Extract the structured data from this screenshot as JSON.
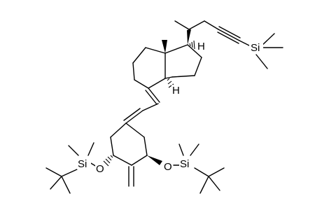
{
  "molecule": {
    "atoms": {
      "si_top": "Si",
      "si_left": "Si",
      "si_right": "Si",
      "o_left": "O",
      "o_right": "O",
      "h_c17": "H",
      "h_c14": "H"
    }
  }
}
